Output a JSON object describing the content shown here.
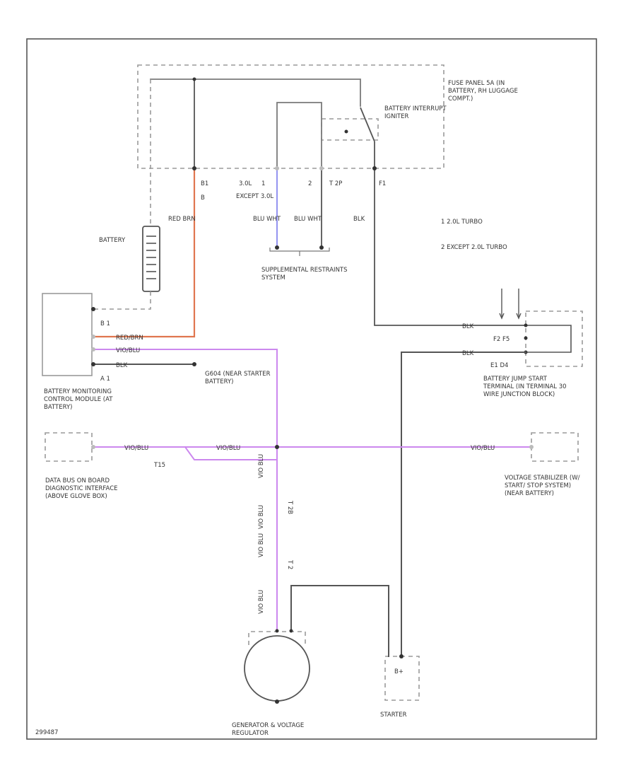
{
  "colors": {
    "wire_black": "#3a3a3a",
    "wire_red": "#e0764f",
    "wire_violet": "#cc88ee",
    "wire_blue": "#8888ee",
    "wire_gray": "#7a7a7a",
    "dashed_outline": "#9a9a9a"
  },
  "components": {
    "fuse_panel": "FUSE PANEL 5A (IN BATTERY, RH LUGGAGE COMPT.)",
    "battery_interrupt_igniter": "BATTERY INTERRUPT IGNITER",
    "battery": "BATTERY",
    "supplemental_restraints": "SUPPLEMENTAL RESTRAINTS SYSTEM",
    "battery_monitoring_module": "BATTERY MONITORING CONTROL MODULE (AT BATTERY)",
    "ground_starter_battery": "G604 (NEAR STARTER BATTERY)",
    "battery_jump_start": "BATTERY JUMP START TERMINAL (IN TERMINAL 30 WIRE JUNCTION BLOCK)",
    "data_bus": "DATA BUS ON BOARD DIAGNOSTIC INTERFACE (ABOVE GLOVE BOX)",
    "voltage_stabilizer": "VOLTAGE STABILIZER (W/ START/ STOP SYSTEM) (NEAR BATTERY)",
    "generator": "GENERATOR & VOLTAGE REGULATOR",
    "starter": "STARTER"
  },
  "notes": {
    "note_1": "1  2.0L TURBO",
    "note_2": "2  EXCEPT 2.0L TURBO"
  },
  "pins": {
    "b1": "B1",
    "b": "B",
    "pin_1": "1",
    "pin_2": "2",
    "f1": "F1",
    "f2_f5": "F2  F5",
    "e1_d4": "E1  D4",
    "sb1": "B 1",
    "sa1": "A 1",
    "bplus": "B+"
  },
  "conditions": {
    "cond_30l": "3.0L",
    "cond_except_30l": "EXCEPT 3.0L",
    "cond_t_2p": "T 2P",
    "cond_t15": "T15",
    "cond_t2b": "T 2B",
    "cond_t2": "T 2"
  },
  "wire_labels": {
    "red_brn": "RED BRN",
    "blu_wht_1": "BLU WHT",
    "blu_wht_2": "BLU WHT",
    "blk_f1": "BLK",
    "red_brn_short": "RED/BRN",
    "vio_blu_1": "VIO/BLU",
    "blk_module": "BLK",
    "blk_f2": "BLK",
    "blk_e1": "BLK",
    "vio_blu_2": "VIO/BLU",
    "vio_blu_3": "VIO/BLU",
    "vio_blu_4": "VIO/BLU",
    "vio_blu_v1": "VIO BLU",
    "vio_blu_v2": "VIO BLU",
    "vio_blu_v3": "VIO BLU",
    "vio_blu_v4": "VIO BLU"
  },
  "diagram_id": "299487"
}
